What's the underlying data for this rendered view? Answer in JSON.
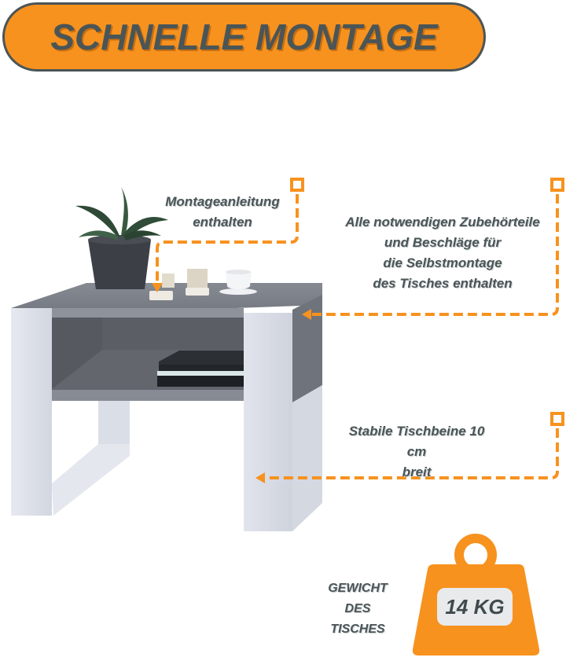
{
  "banner": {
    "title": "SCHNELLE MONTAGE"
  },
  "callouts": {
    "manual": {
      "line1": "Montageanleitung",
      "line2": "enthalten"
    },
    "parts": {
      "line1": "Alle notwendigen Zubehörteile",
      "line2": "und Beschläge für",
      "line3": "die Selbstmontage",
      "line4": "des Tisches enthalten"
    },
    "legs": {
      "line1": "Stabile Tischbeine 10 cm",
      "line2": "breit"
    },
    "weight": {
      "label_line1": "GEWICHT",
      "label_line2": "DES",
      "label_line3": "TISCHES",
      "value": "14 KG"
    }
  },
  "product": {
    "name": "coffee-table",
    "colors": {
      "legs": "#dfe2ea",
      "top": "#7d8189",
      "shelf": "#5e6168"
    },
    "decor": [
      "plant-pot",
      "candles",
      "cup-and-saucer",
      "books"
    ]
  },
  "colors": {
    "accent": "#f7921e",
    "text": "#4a5557",
    "weight_badge": "#e8eaeb"
  },
  "icons": [
    "weight-icon",
    "callout-marker-icon",
    "arrow-left-icon",
    "arrow-down-icon"
  ]
}
